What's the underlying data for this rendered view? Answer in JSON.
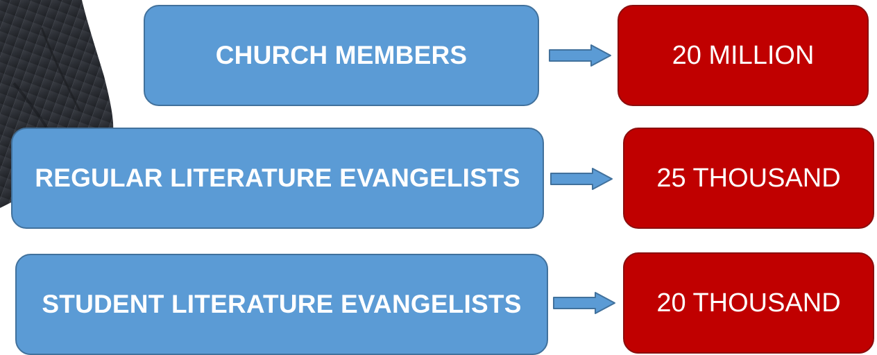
{
  "colors": {
    "label_fill": "#5b9bd5",
    "label_border": "#41719c",
    "value_fill": "#c00000",
    "value_border": "#8b0e0e",
    "arrow_fill": "#5b9bd5",
    "arrow_border": "#41719c"
  },
  "rows": [
    {
      "label": "CHURCH MEMBERS",
      "value": "20 MILLION"
    },
    {
      "label": "REGULAR LITERATURE EVANGELISTS",
      "value": "25 THOUSAND"
    },
    {
      "label": "STUDENT LITERATURE EVANGELISTS",
      "value": "20 THOUSAND"
    }
  ],
  "icons": {
    "arrow": "right-arrow-icon",
    "photo": "person-suit-photo"
  }
}
